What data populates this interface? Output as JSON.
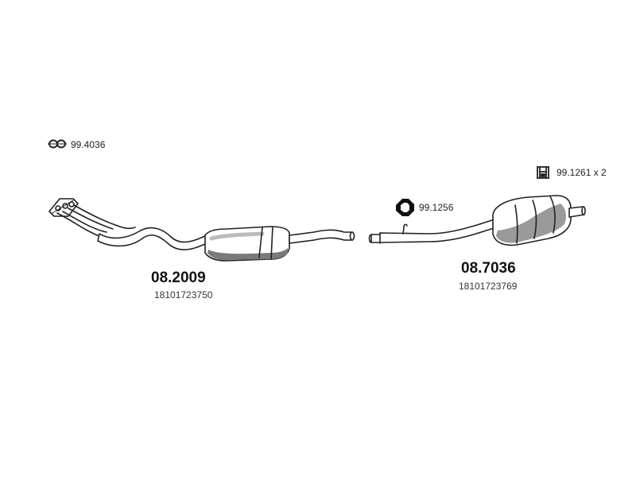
{
  "parts": {
    "gasket": {
      "code": "99.4036",
      "icon": "flange-gasket-icon"
    },
    "clamp": {
      "code": "99.1261 x 2",
      "icon": "clamp-icon"
    },
    "rubber_ring": {
      "code": "99.1256",
      "icon": "rubber-mount-ring-icon"
    },
    "front_section": {
      "part_number": "08.2009",
      "oem_number": "18101723750"
    },
    "rear_section": {
      "part_number": "08.7036",
      "oem_number": "18101723769"
    }
  },
  "colors": {
    "line": "#222222",
    "fill": "#ffffff",
    "shade": "#bdbdbd",
    "dark_shade": "#7a7a7a"
  }
}
